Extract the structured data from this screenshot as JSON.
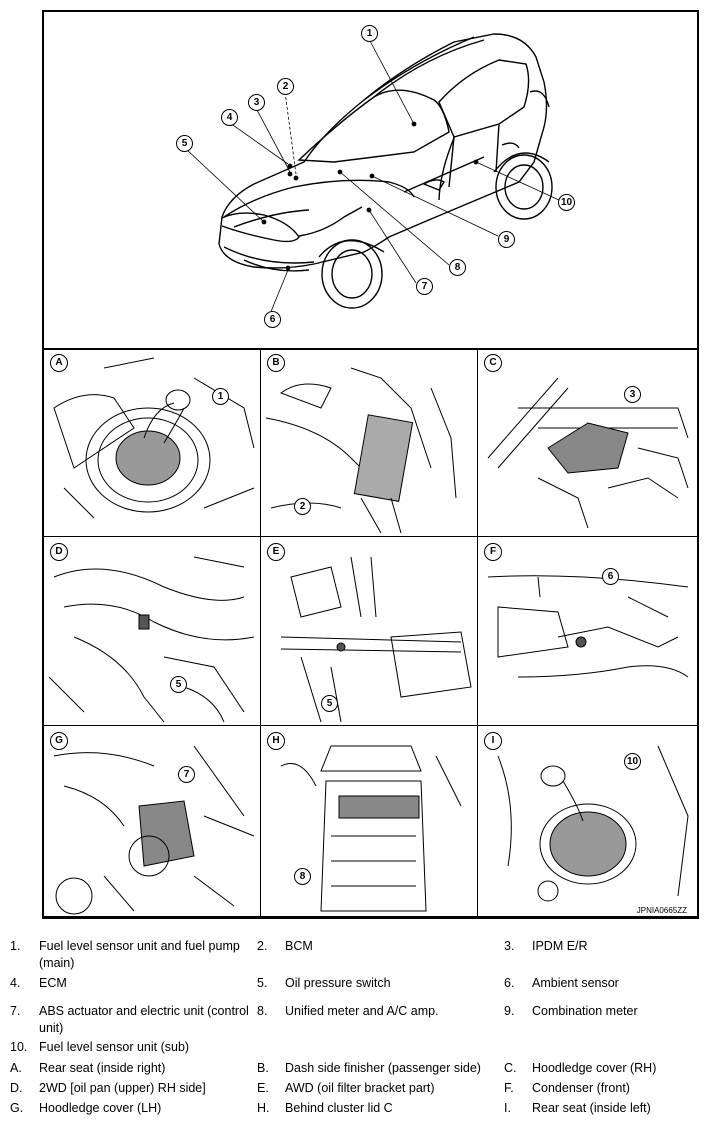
{
  "figure": {
    "code": "JPNIA0665ZZ",
    "top_callouts": [
      "1",
      "2",
      "3",
      "4",
      "5",
      "6",
      "7",
      "8",
      "9",
      "10"
    ],
    "cells": [
      {
        "letter": "A",
        "callout": "1"
      },
      {
        "letter": "B",
        "callout": "2"
      },
      {
        "letter": "C",
        "callout": "3"
      },
      {
        "letter": "D",
        "callout": "5"
      },
      {
        "letter": "E",
        "callout": "5"
      },
      {
        "letter": "F",
        "callout": "6"
      },
      {
        "letter": "G",
        "callout": "7"
      },
      {
        "letter": "H",
        "callout": "8"
      },
      {
        "letter": "I",
        "callout": "10"
      }
    ]
  },
  "legend": [
    {
      "key": "1.",
      "text": "Fuel level sensor unit and fuel pump (main)"
    },
    {
      "key": "2.",
      "text": "BCM"
    },
    {
      "key": "3.",
      "text": "IPDM E/R"
    },
    {
      "key": "4.",
      "text": "ECM"
    },
    {
      "key": "5.",
      "text": "Oil pressure switch"
    },
    {
      "key": "6.",
      "text": "Ambient sensor"
    },
    {
      "key": "7.",
      "text": "ABS actuator and electric unit (control unit)"
    },
    {
      "key": "8.",
      "text": "Unified meter and A/C amp."
    },
    {
      "key": "9.",
      "text": "Combination meter"
    },
    {
      "key": "10.",
      "text": "Fuel level sensor unit (sub)"
    },
    {
      "key": "A.",
      "text": "Rear seat (inside right)"
    },
    {
      "key": "B.",
      "text": "Dash side finisher (passenger side)"
    },
    {
      "key": "C.",
      "text": "Hoodledge cover (RH)"
    },
    {
      "key": "D.",
      "text": "2WD [oil pan (upper) RH side]"
    },
    {
      "key": "E.",
      "text": "AWD (oil filter bracket part)"
    },
    {
      "key": "F.",
      "text": "Condenser (front)"
    },
    {
      "key": "G.",
      "text": "Hoodledge cover (LH)"
    },
    {
      "key": "H.",
      "text": "Behind cluster lid C"
    },
    {
      "key": "I.",
      "text": "Rear seat (inside left)"
    }
  ]
}
